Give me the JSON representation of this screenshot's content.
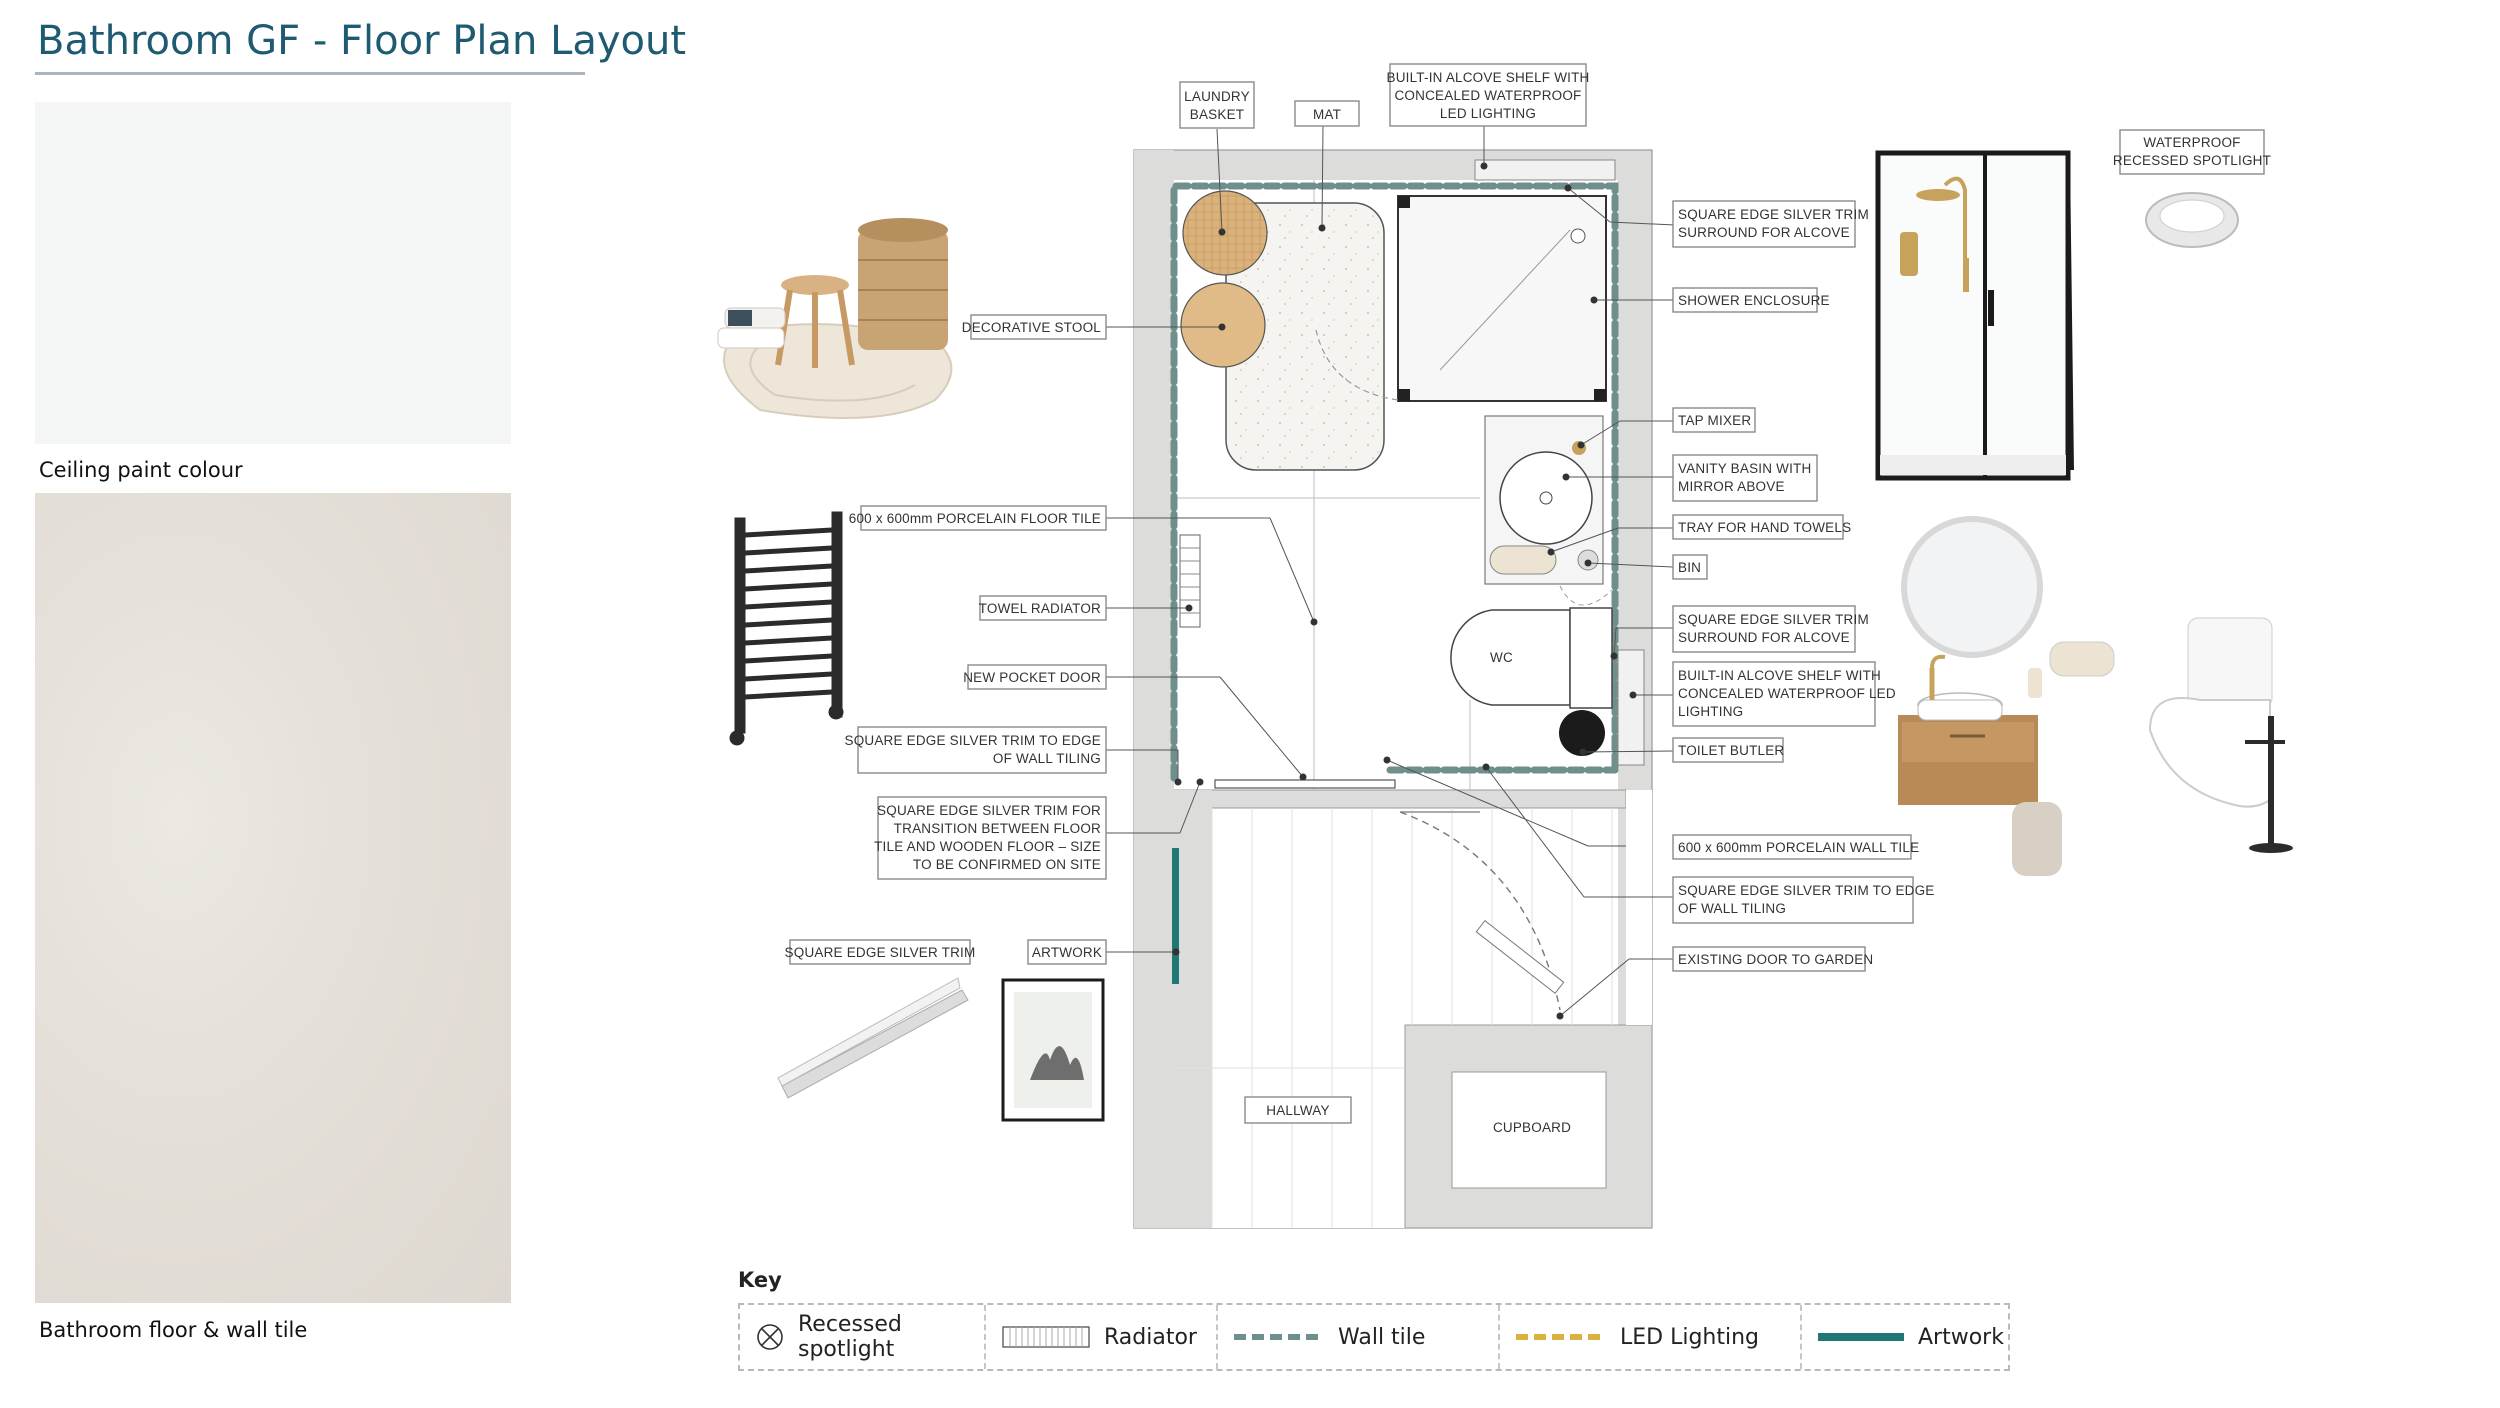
{
  "title": "Bathroom GF - Floor Plan Layout",
  "swatches": {
    "ceiling": {
      "label": "Ceiling paint colour",
      "color": "#f4f5f5"
    },
    "tile": {
      "label": "Bathroom floor & wall tile",
      "color": "#e6e2dc"
    }
  },
  "plan": {
    "rooms": {
      "wc": "WC",
      "hallway": "HALLWAY",
      "cupboard": "CUPBOARD"
    },
    "labels": {
      "laundry": [
        "LAUNDRY",
        "BASKET"
      ],
      "mat": "MAT",
      "alcove_top": [
        "BUILT-IN ALCOVE SHELF WITH",
        "CONCEALED WATERPROOF",
        "LED LIGHTING"
      ],
      "spotlight": [
        "WATERPROOF",
        "RECESSED SPOTLIGHT"
      ],
      "trim_alcove_1": [
        "SQUARE EDGE SILVER TRIM",
        "SURROUND FOR ALCOVE"
      ],
      "shower": "SHOWER ENCLOSURE",
      "stool": "DECORATIVE STOOL",
      "tap": "TAP MIXER",
      "vanity": [
        "VANITY BASIN WITH",
        "MIRROR ABOVE"
      ],
      "tray": "TRAY FOR HAND TOWELS",
      "bin": "BIN",
      "floor_tile": "600 x 600mm PORCELAIN FLOOR TILE",
      "radiator": "TOWEL RADIATOR",
      "trim_alcove_2": [
        "SQUARE EDGE SILVER TRIM",
        "SURROUND FOR ALCOVE"
      ],
      "pocket_door": "NEW POCKET DOOR",
      "alcove_right": [
        "BUILT-IN ALCOVE SHELF WITH",
        "CONCEALED WATERPROOF LED",
        "LIGHTING"
      ],
      "trim_edge_left": [
        "SQUARE EDGE SILVER TRIM TO EDGE",
        "OF WALL TILING"
      ],
      "toilet_butler": "TOILET BUTLER",
      "trim_transition": [
        "SQUARE EDGE SILVER TRIM FOR",
        "TRANSITION BETWEEN FLOOR",
        "TILE AND WOODEN FLOOR – SIZE",
        "TO BE CONFIRMED ON SITE"
      ],
      "wall_tile": "600 x 600mm PORCELAIN WALL TILE",
      "trim_edge_right": [
        "SQUARE EDGE SILVER TRIM TO EDGE",
        "OF WALL TILING"
      ],
      "trim_product": "SQUARE EDGE SILVER TRIM",
      "artwork": "ARTWORK",
      "garden_door": "EXISTING DOOR TO GARDEN"
    }
  },
  "key": {
    "title": "Key",
    "items": [
      {
        "icon": "recessed-spotlight-icon",
        "label": "Recessed spotlight"
      },
      {
        "icon": "radiator-icon",
        "label": "Radiator"
      },
      {
        "icon": "wall-tile-icon",
        "label": "Wall tile",
        "color": "#6f8f8c"
      },
      {
        "icon": "led-lighting-icon",
        "label": "LED Lighting",
        "color": "#d9b13b"
      },
      {
        "icon": "artwork-icon",
        "label": "Artwork",
        "color": "#1f7873"
      }
    ]
  },
  "colors": {
    "title": "#1f5a73",
    "wall": "#dcdcdb",
    "wall_tile_dash": "#6f8f8c",
    "led_dash": "#d9b13b",
    "artwork_line": "#1f7873",
    "oak": "#d9b27c"
  }
}
